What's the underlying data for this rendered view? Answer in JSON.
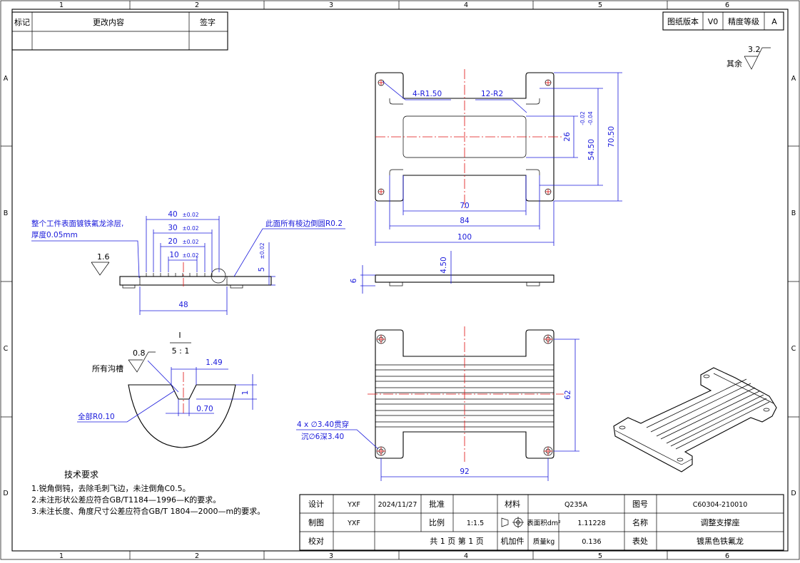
{
  "border": {
    "columns": [
      "1",
      "2",
      "3",
      "4",
      "5",
      "6"
    ],
    "rows": [
      "A",
      "B",
      "C",
      "D"
    ]
  },
  "revision_table": {
    "headers": [
      "标记",
      "更改内容",
      "签字"
    ]
  },
  "version_box": {
    "version_label": "图纸版本",
    "version_value": "V0",
    "grade_label": "精度等级",
    "grade_value": "A"
  },
  "surface_finish_rest": {
    "label": "其余",
    "value": "3.2"
  },
  "top_view": {
    "r_small": "4-R1.50",
    "r_large": "12-R2",
    "dim_70": "70",
    "dim_84": "84",
    "dim_100": "100",
    "dim_26": "26",
    "dim_5450": "54.50",
    "tol_upper": "-0.02",
    "tol_lower": "-0.04",
    "dim_7050": "70.50"
  },
  "side_view": {
    "dim_6": "6",
    "dim_450": "4.50"
  },
  "bottom_view": {
    "dim_62": "62",
    "dim_92": "92",
    "hole_note_1": "4 x ∅3.40贯穿",
    "hole_note_2": "沉∅6深3.40"
  },
  "section_view": {
    "coating_note_1": "整个工件表面镀铁氟龙涂层,",
    "coating_note_2": "厚度0.05mm",
    "finish_value": "1.6",
    "d40": "40",
    "d30": "30",
    "d20": "20",
    "d10": "10",
    "tol": "±0.02",
    "edge_note": "此面所有棱边倒圆R0.2",
    "d5": "5",
    "d48": "48"
  },
  "detail_view": {
    "label": "I",
    "scale": "5 : 1",
    "finish_value": "0.8",
    "groove_label": "所有沟槽",
    "d149": "1.49",
    "d1": "1",
    "d070": "0.70",
    "fillet_note": "全部R0.10"
  },
  "tech_req": {
    "title": "技术要求",
    "lines": [
      "1.锐角倒钝，去除毛刺飞边，未注倒角C0.5。",
      "2.未注形状公差应符合GB/T1184—1996—K的要求。",
      "3.未注长度、角度尺寸公差应符合GB/T 1804—2000—m的要求。"
    ]
  },
  "title_block": {
    "design_label": "设计",
    "design_value": "YXF",
    "date": "2024/11/27",
    "approve_label": "批准",
    "material_label": "材料",
    "material_value": "Q235A",
    "drawing_no_label": "图号",
    "drawing_no_value": "C60304-210010",
    "drafter_label": "制图",
    "drafter_value": "YXF",
    "scale_label": "比例",
    "scale_value": "1:1.5",
    "area_label": "表面积dm²",
    "area_value": "1.11228",
    "name_label": "名称",
    "name_value": "调整支撑座",
    "check_label": "校对",
    "sheets": "共 1 页  第 1 页",
    "part_type": "机加件",
    "mass_label": "质量kg",
    "mass_value": "0.136",
    "finish_label": "表处",
    "finish_value": "镀黑色铁氟龙"
  }
}
